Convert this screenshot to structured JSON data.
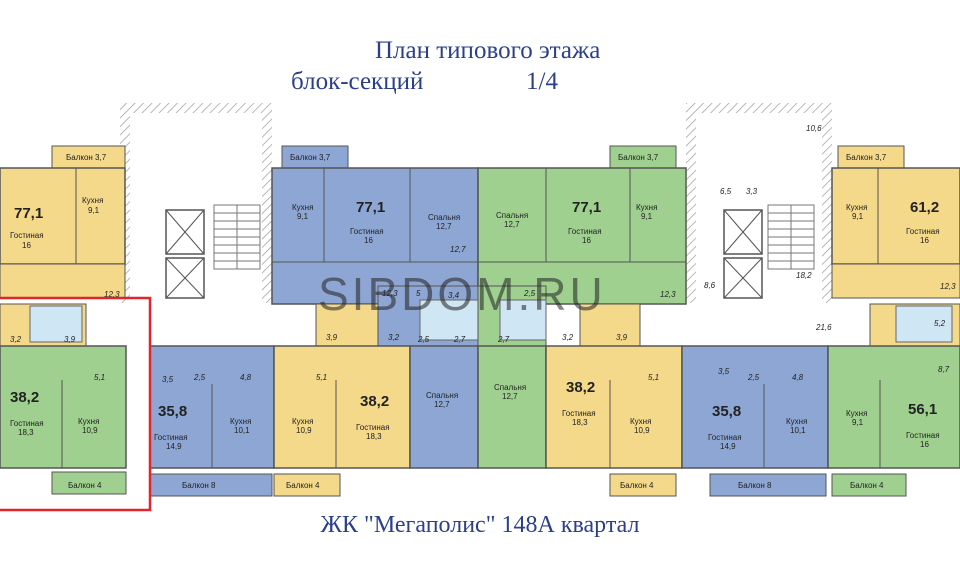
{
  "header": {
    "line1": "План типового этажа",
    "line2a": "блок-секций",
    "line2b": "1/4"
  },
  "footer": {
    "caption": "ЖК \"Мегаполис\" 148А квартал"
  },
  "watermark": "SIBDOM.RU",
  "colors": {
    "yellow": "#f4d98a",
    "blue": "#8ea6d4",
    "green": "#9fd08f",
    "wall": "#5a5a5a",
    "stair": "#ffffff",
    "highlight": "#e0262c"
  },
  "apartments": {
    "a1": {
      "area": "77,1",
      "living": "Гостиная",
      "living_a": "16",
      "kitchen": "Кухня",
      "kitchen_a": "9,1",
      "balcony": "Балкон 3,7"
    },
    "a2": {
      "area": "77,1",
      "living": "Гостиная",
      "living_a": "16",
      "kitchen": "Кухня",
      "kitchen_a": "9,1",
      "bed": "Спальня",
      "bed_a": "12,7",
      "balcony": "Балкон 3,7"
    },
    "a3": {
      "area": "77,1",
      "living": "Гостиная",
      "living_a": "16",
      "kitchen": "Кухня",
      "kitchen_a": "9,1",
      "bed": "Спальня",
      "bed_a": "12,7",
      "balcony": "Балкон 3,7"
    },
    "a4": {
      "area": "61,2",
      "living": "Гостиная",
      "living_a": "16",
      "kitchen": "Кухня",
      "kitchen_a": "9,1",
      "balcony": "Балкон 3,7"
    },
    "b1": {
      "area": "38,2",
      "living": "Гостиная",
      "living_a": "18,3",
      "kitchen": "Кухня",
      "kitchen_a": "10,9",
      "balcony": "Балкон 4"
    },
    "b2": {
      "area": "35,8",
      "living": "Гостиная",
      "living_a": "14,9",
      "kitchen": "Кухня",
      "kitchen_a": "10,1",
      "balcony": "Балкон 8"
    },
    "b3": {
      "area": "38,2",
      "living": "Гостиная",
      "living_a": "18,3",
      "kitchen": "Кухня",
      "kitchen_a": "10,9",
      "balcony": "Балкон 4"
    },
    "b4": {
      "bed": "Спальня",
      "bed_a": "12,7"
    },
    "b5": {
      "bed": "Спальня",
      "bed_a": "12,7"
    },
    "b6": {
      "area": "38,2",
      "living": "Гостиная",
      "living_a": "18,3",
      "kitchen": "Кухня",
      "kitchen_a": "10,9",
      "balcony": "Балкон 4"
    },
    "b7": {
      "area": "35,8",
      "living": "Гостиная",
      "living_a": "14,9",
      "kitchen": "Кухня",
      "kitchen_a": "10,1",
      "balcony": "Балкон 8"
    },
    "b8": {
      "area": "56,1",
      "living": "Гостиная",
      "living_a": "16",
      "kitchen": "Кухня",
      "kitchen_a": "9,1",
      "balcony": "Балкон 4"
    }
  },
  "dims": {
    "d106": "10,6",
    "d65": "6,5",
    "d33": "3,3",
    "d182": "18,2",
    "d86": "8,6",
    "d216": "21,6",
    "d123": "12,3",
    "d127": "12,7",
    "d32": "3,2",
    "d39": "3,9",
    "d51": "5,1",
    "d35": "3,5",
    "d25": "2,5",
    "d48": "4,8",
    "d34": "3,4",
    "d27": "2,7",
    "d52": "5,2",
    "d87": "8,7",
    "d5": "5"
  }
}
